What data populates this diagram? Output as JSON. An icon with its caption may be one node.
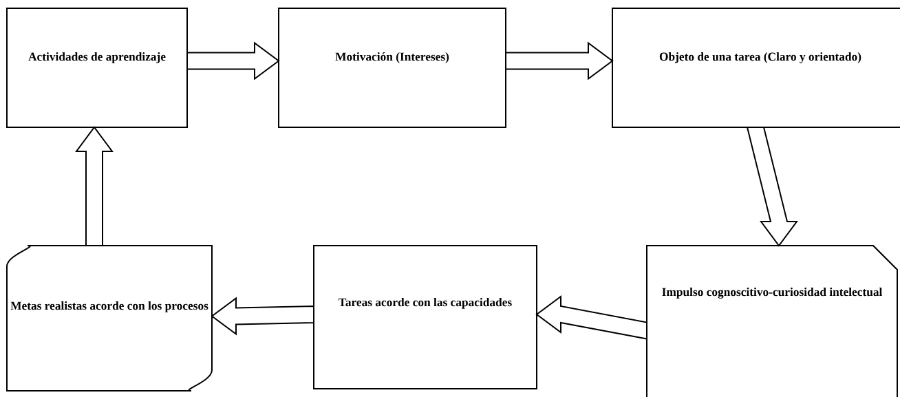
{
  "diagram": {
    "nodes": [
      {
        "text": [
          "Actividades de aprendizaje"
        ]
      },
      {
        "text": [
          "Motivación (Intereses)"
        ]
      },
      {
        "text": [
          "Objeto de una tarea (Claro y orientado)"
        ]
      },
      {
        "text": [
          "Impulso cognoscitivo-curiosidad intelectual"
        ]
      },
      {
        "text": [
          "Tareas acorde con las capacidades"
        ]
      },
      {
        "text": [
          "Metas realistas acorde con los procesos"
        ]
      }
    ],
    "edges": [
      {
        "from": 0,
        "to": 1,
        "arrow": "to"
      },
      {
        "from": 1,
        "to": 2,
        "arrow": "to"
      },
      {
        "from": 2,
        "to": 3,
        "arrow": "to"
      },
      {
        "from": 3,
        "to": 4,
        "arrow": "to"
      },
      {
        "from": 4,
        "to": 5,
        "arrow": "to"
      },
      {
        "from": 5,
        "to": 0,
        "arrow": "to"
      }
    ]
  }
}
